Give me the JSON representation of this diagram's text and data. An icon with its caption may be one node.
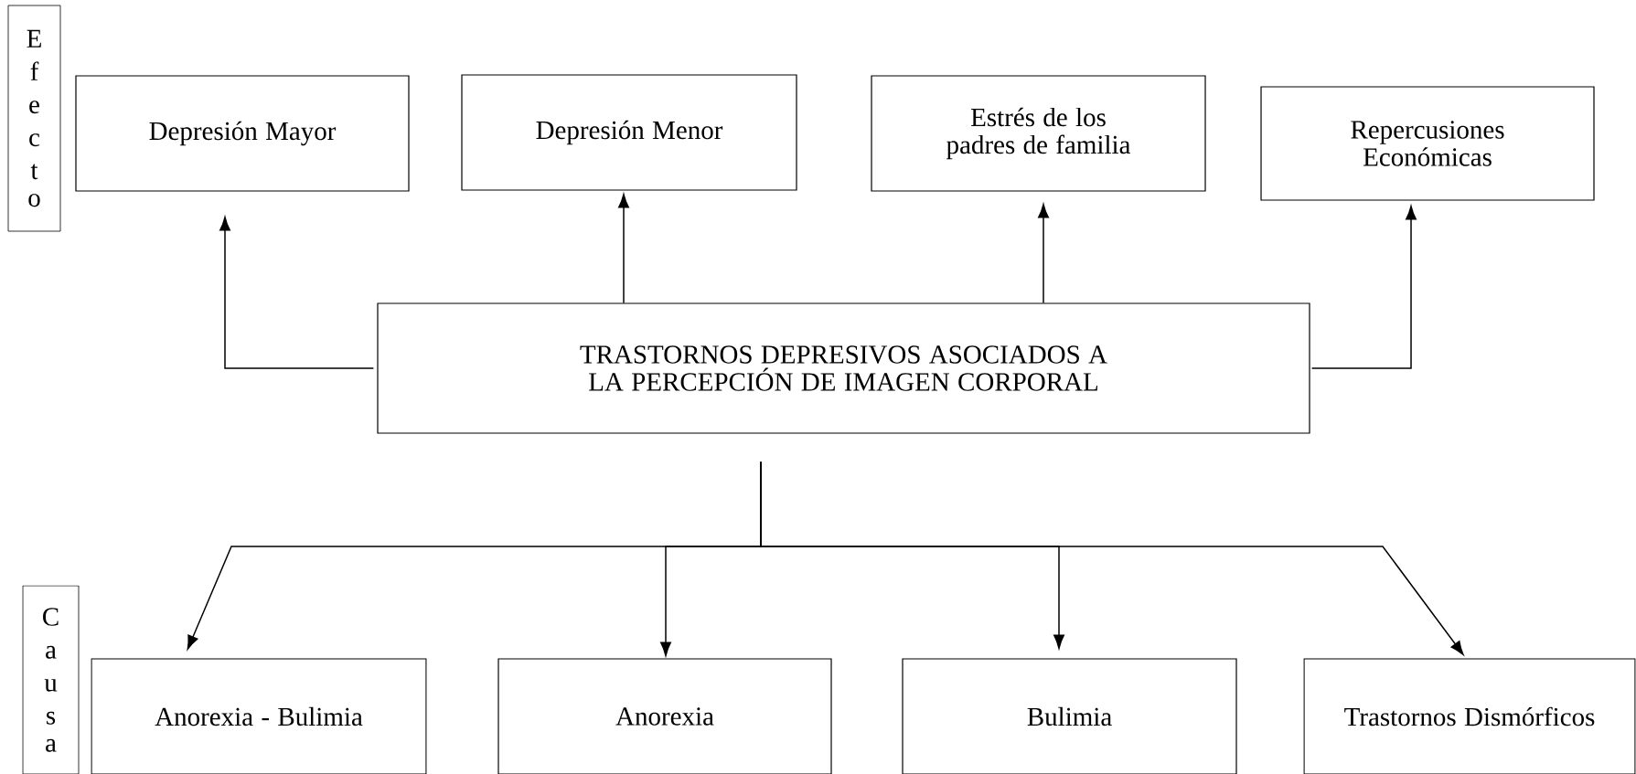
{
  "diagram": {
    "nodes": [
      {
        "text": [
          "Efecto"
        ]
      },
      {
        "text": [
          "Depresión Mayor"
        ]
      },
      {
        "text": [
          "Depresión Menor"
        ]
      },
      {
        "text": [
          "Estrés de los padres de familia"
        ]
      },
      {
        "text": [
          "Repercusiones Económicas"
        ]
      },
      {
        "text": [
          "TRASTORNOS DEPRESIVOS ASOCIADOS A LA PERCEPCIÓN DE IMAGEN CORPORAL"
        ]
      },
      {
        "text": [
          "Causa"
        ]
      },
      {
        "text": [
          "Anorexia - Bulimia"
        ]
      },
      {
        "text": [
          "Anorexia"
        ]
      },
      {
        "text": [
          "Bulimia"
        ]
      },
      {
        "text": [
          "Trastornos Dismórficos"
        ]
      }
    ],
    "edges": [
      {
        "from": 5,
        "to": 1,
        "arrow": "to"
      },
      {
        "from": 5,
        "to": 2,
        "arrow": "to"
      },
      {
        "from": 5,
        "to": 3,
        "arrow": "to"
      },
      {
        "from": 5,
        "to": 4,
        "arrow": "to"
      },
      {
        "from": 5,
        "to": 7,
        "arrow": "to"
      },
      {
        "from": 5,
        "to": 8,
        "arrow": "to"
      },
      {
        "from": 5,
        "to": 9,
        "arrow": "to"
      },
      {
        "from": 5,
        "to": 10,
        "arrow": "to"
      }
    ]
  }
}
